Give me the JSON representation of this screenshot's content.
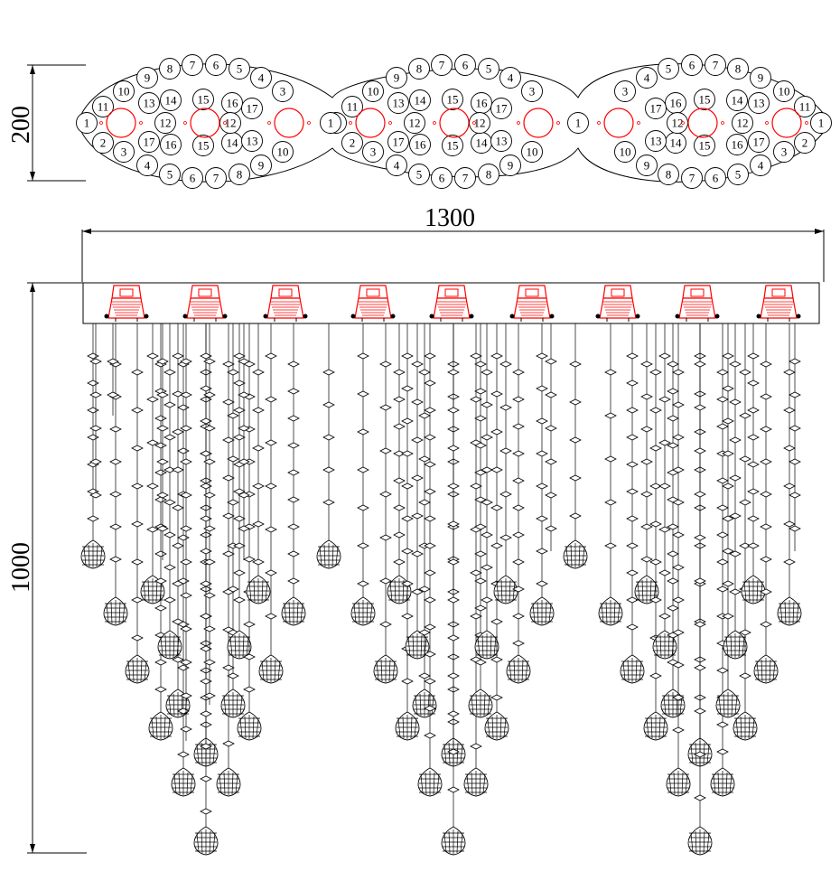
{
  "dimensions": {
    "height_top": "200",
    "width": "1300",
    "height_total": "1000"
  },
  "plan_view": {
    "lobe_labels": [
      [
        "1",
        "2",
        "3",
        "4",
        "5",
        "6",
        "7",
        "8",
        "9",
        "10",
        "11",
        "12",
        "13",
        "14",
        "15",
        "16",
        "17"
      ],
      [
        "1",
        "2",
        "3",
        "4",
        "5",
        "6",
        "7",
        "8",
        "9",
        "10",
        "11",
        "12",
        "13",
        "14",
        "15",
        "16",
        "17"
      ],
      [
        "1",
        "2",
        "3",
        "4",
        "5",
        "6",
        "7",
        "8",
        "9",
        "10",
        "11",
        "12",
        "13",
        "14",
        "15",
        "16",
        "17"
      ]
    ],
    "red_lamp_count": 9
  },
  "elevation": {
    "lamp_count": 9,
    "line_color": "#000000",
    "lamp_color": "#ff0000"
  }
}
